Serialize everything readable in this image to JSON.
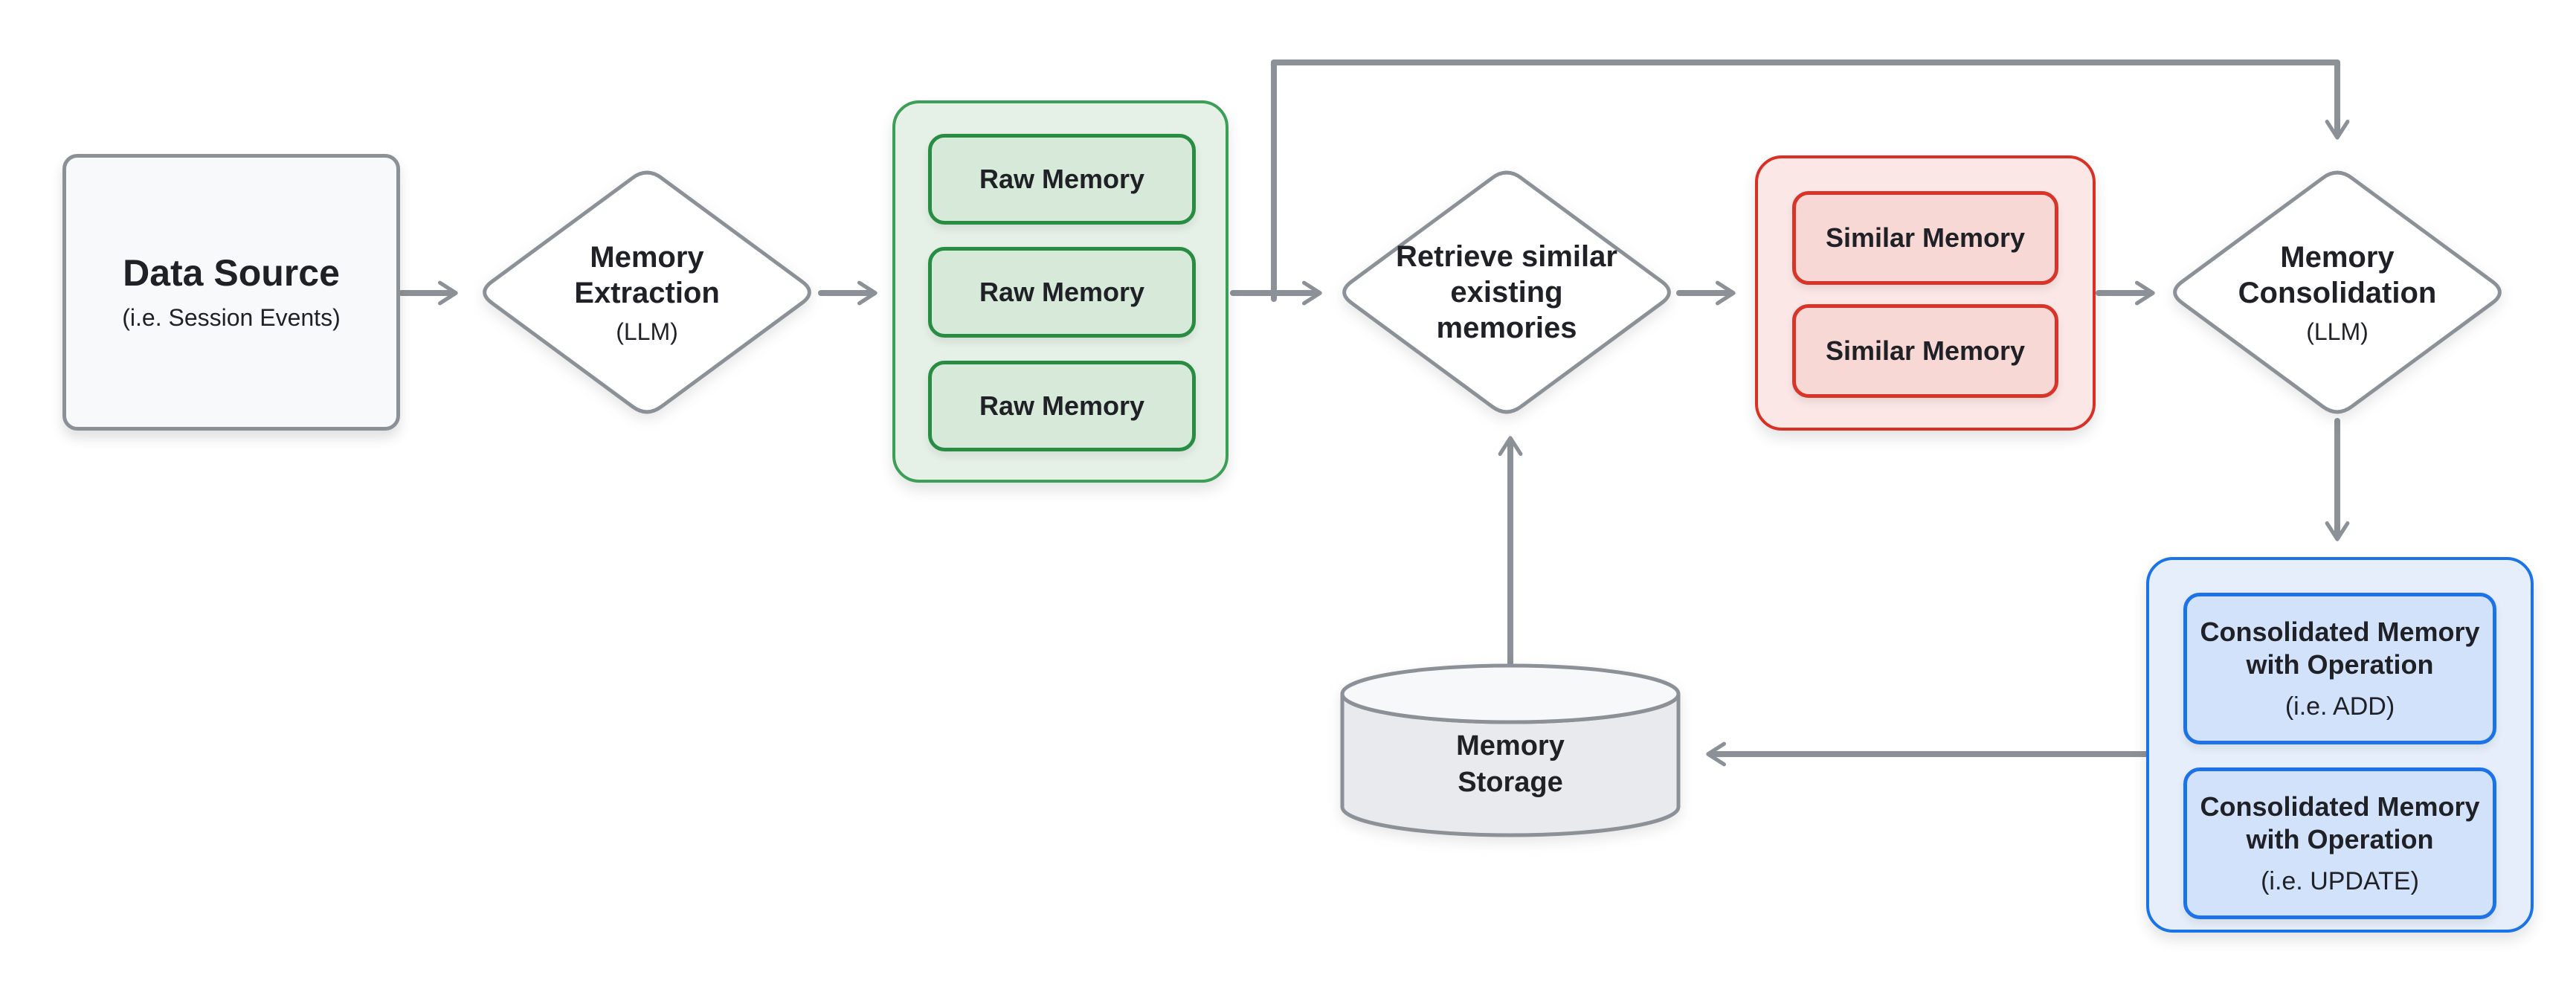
{
  "diagram": {
    "nodes": {
      "data_source": {
        "title": "Data Source",
        "subtitle": "(i.e. Session Events)"
      },
      "memory_extraction": {
        "lines": [
          "Memory",
          "Extraction"
        ],
        "subtitle": "(LLM)"
      },
      "raw_memories": {
        "items": [
          "Raw Memory",
          "Raw Memory",
          "Raw Memory"
        ]
      },
      "retrieve": {
        "lines": [
          "Retrieve similar",
          "existing",
          "memories"
        ]
      },
      "similar_memories": {
        "items": [
          "Similar Memory",
          "Similar Memory"
        ]
      },
      "memory_consolidation": {
        "lines": [
          "Memory",
          "Consolidation"
        ],
        "subtitle": "(LLM)"
      },
      "consolidated": {
        "items": [
          {
            "title": "Consolidated Memory",
            "title2": "with Operation",
            "operation": "(i.e. ADD)"
          },
          {
            "title": "Consolidated Memory",
            "title2": "with Operation",
            "operation": "(i.e. UPDATE)"
          }
        ]
      },
      "memory_storage": {
        "lines": [
          "Memory",
          "Storage"
        ]
      }
    },
    "colors": {
      "background": "#ffffff",
      "connector_gray": "#8b9197",
      "text": "#1f2126",
      "data_source_fill": "#f8f9fa",
      "green_container_fill": "#e5f0e6",
      "green_container_border": "#3d9e57",
      "green_chip_fill": "#d7ead9",
      "green_chip_border": "#288c43",
      "red_container_fill": "#fbe7e5",
      "red_container_border": "#d93025",
      "red_chip_fill": "#f8d8d5",
      "red_chip_border": "#d8342a",
      "blue_container_fill": "#e6eefb",
      "blue_container_border": "#1a73e8",
      "blue_chip_fill": "#d2e2fa",
      "blue_chip_border": "#1d72e8",
      "cylinder_fill": "#e8eaed",
      "cylinder_top_fill": "#f6f8fa"
    }
  }
}
